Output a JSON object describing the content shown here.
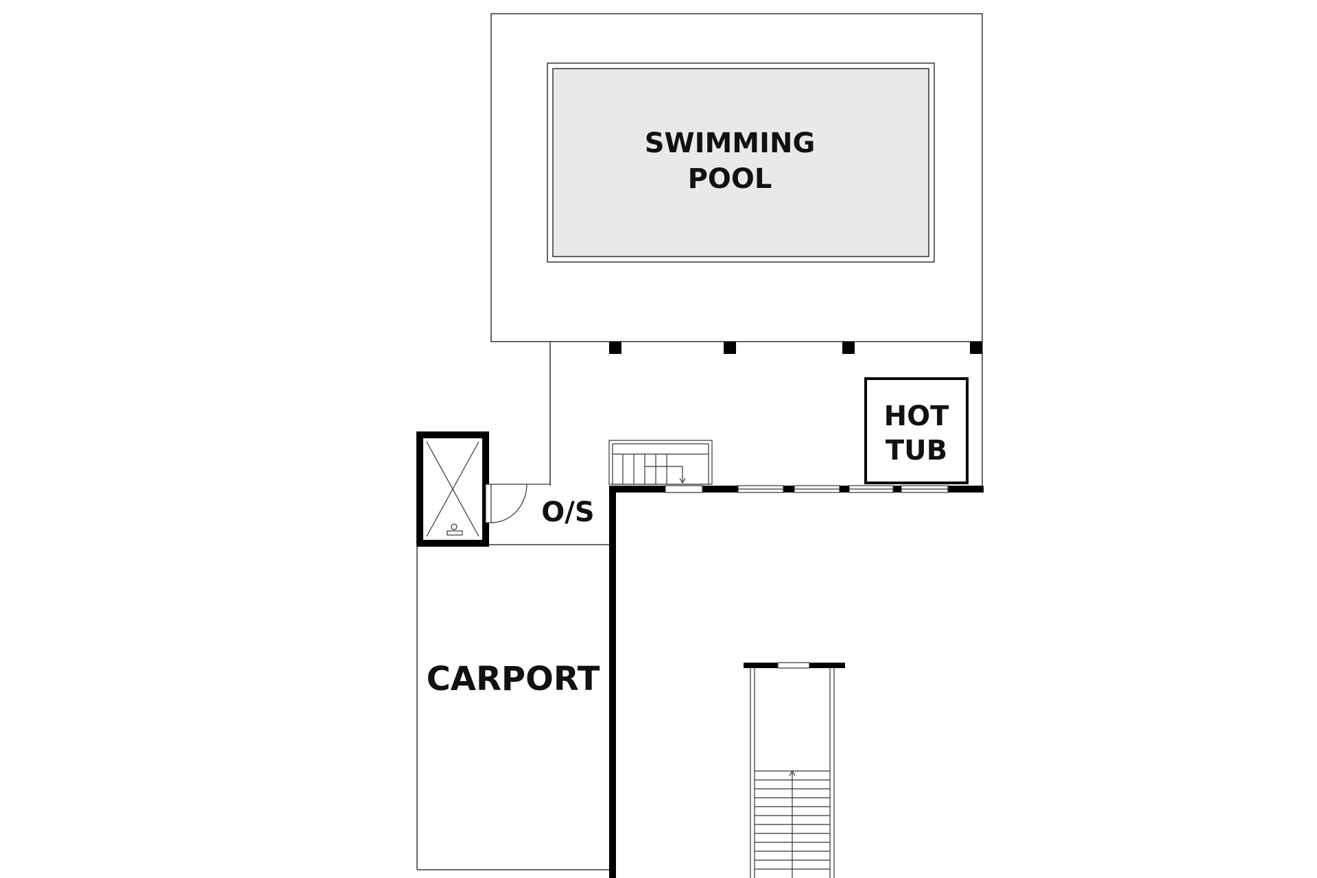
{
  "floor_plan": {
    "rooms": {
      "swimming_pool": {
        "line1": "SWIMMING",
        "line2": "POOL"
      },
      "hot_tub": {
        "line1": "HOT",
        "line2": "TUB"
      },
      "outdoor_shower": {
        "label": "O/S"
      },
      "carport": {
        "label": "CARPORT"
      }
    },
    "colors": {
      "wall": "#000000",
      "line": "#333333",
      "pool_fill": "#e9e9e9",
      "background": "#ffffff"
    }
  }
}
